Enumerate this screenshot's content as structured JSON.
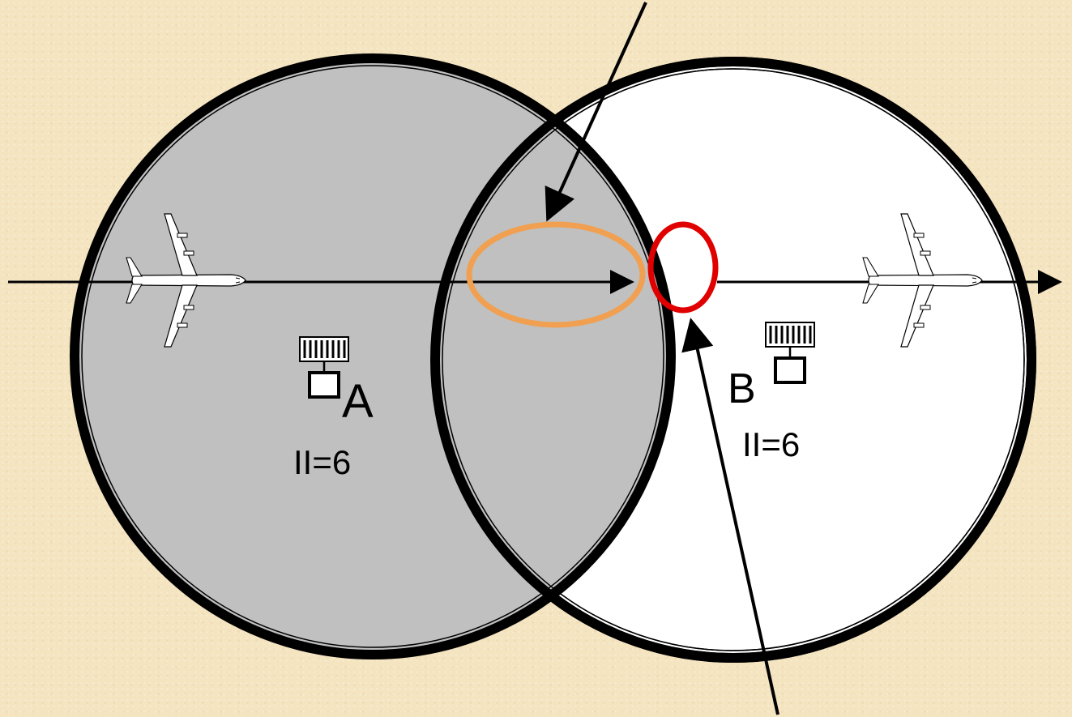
{
  "colors": {
    "background": "#F4E4C0",
    "coverage_a_fill": "#C0C0C0",
    "coverage_b_fill": "#FFFFFF",
    "ring": "#000000",
    "highlight_overlap": "#F0A050",
    "highlight_gap": "#E00000"
  },
  "stations": {
    "a": {
      "name": "A",
      "interrogator": "II=6",
      "icon": "radar-antenna-icon"
    },
    "b": {
      "name": "B",
      "interrogator": "II=6",
      "icon": "radar-antenna-icon"
    }
  },
  "aircraft": {
    "left": {
      "icon": "airplane-icon"
    },
    "right": {
      "icon": "airplane-icon"
    }
  }
}
